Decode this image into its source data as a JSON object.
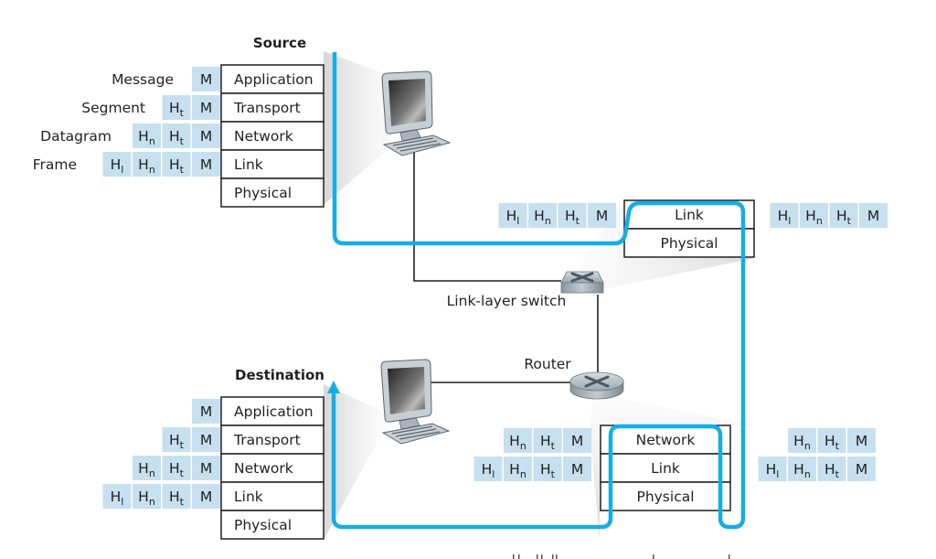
{
  "colors": {
    "path": "#13aee8",
    "header_box": "#c6e0ef",
    "stack_border": "#231f20",
    "link_line": "#231f20",
    "shade": "#d8d8d8"
  },
  "source": {
    "title": "Source",
    "layers": [
      "Application",
      "Transport",
      "Network",
      "Link",
      "Physical"
    ],
    "unit_labels": [
      "Message",
      "Segment",
      "Datagram",
      "Frame"
    ],
    "packets": [
      [
        {
          "base": "M",
          "sub": ""
        }
      ],
      [
        {
          "base": "H",
          "sub": "t"
        },
        {
          "base": "M",
          "sub": ""
        }
      ],
      [
        {
          "base": "H",
          "sub": "n"
        },
        {
          "base": "H",
          "sub": "t"
        },
        {
          "base": "M",
          "sub": ""
        }
      ],
      [
        {
          "base": "H",
          "sub": "l"
        },
        {
          "base": "H",
          "sub": "n"
        },
        {
          "base": "H",
          "sub": "t"
        },
        {
          "base": "M",
          "sub": ""
        }
      ]
    ]
  },
  "switch": {
    "label": "Link-layer switch",
    "layers": [
      "Link",
      "Physical"
    ],
    "packet_in": [
      {
        "base": "H",
        "sub": "l"
      },
      {
        "base": "H",
        "sub": "n"
      },
      {
        "base": "H",
        "sub": "t"
      },
      {
        "base": "M",
        "sub": ""
      }
    ],
    "packet_out": [
      {
        "base": "H",
        "sub": "l"
      },
      {
        "base": "H",
        "sub": "n"
      },
      {
        "base": "H",
        "sub": "t"
      },
      {
        "base": "M",
        "sub": ""
      }
    ]
  },
  "router": {
    "label": "Router",
    "layers": [
      "Network",
      "Link",
      "Physical"
    ],
    "packets_in": [
      [
        {
          "base": "H",
          "sub": "n"
        },
        {
          "base": "H",
          "sub": "t"
        },
        {
          "base": "M",
          "sub": ""
        }
      ],
      [
        {
          "base": "H",
          "sub": "l"
        },
        {
          "base": "H",
          "sub": "n"
        },
        {
          "base": "H",
          "sub": "t"
        },
        {
          "base": "M",
          "sub": ""
        }
      ]
    ],
    "packets_out": [
      [
        {
          "base": "H",
          "sub": "n"
        },
        {
          "base": "H",
          "sub": "t"
        },
        {
          "base": "M",
          "sub": ""
        }
      ],
      [
        {
          "base": "H",
          "sub": "l"
        },
        {
          "base": "H",
          "sub": "n"
        },
        {
          "base": "H",
          "sub": "t"
        },
        {
          "base": "M",
          "sub": ""
        }
      ]
    ]
  },
  "destination": {
    "title": "Destination",
    "layers": [
      "Application",
      "Transport",
      "Network",
      "Link",
      "Physical"
    ],
    "packets": [
      [
        {
          "base": "M",
          "sub": ""
        }
      ],
      [
        {
          "base": "H",
          "sub": "t"
        },
        {
          "base": "M",
          "sub": ""
        }
      ],
      [
        {
          "base": "H",
          "sub": "n"
        },
        {
          "base": "H",
          "sub": "t"
        },
        {
          "base": "M",
          "sub": ""
        }
      ],
      [
        {
          "base": "H",
          "sub": "l"
        },
        {
          "base": "H",
          "sub": "n"
        },
        {
          "base": "H",
          "sub": "t"
        },
        {
          "base": "M",
          "sub": ""
        }
      ]
    ]
  }
}
